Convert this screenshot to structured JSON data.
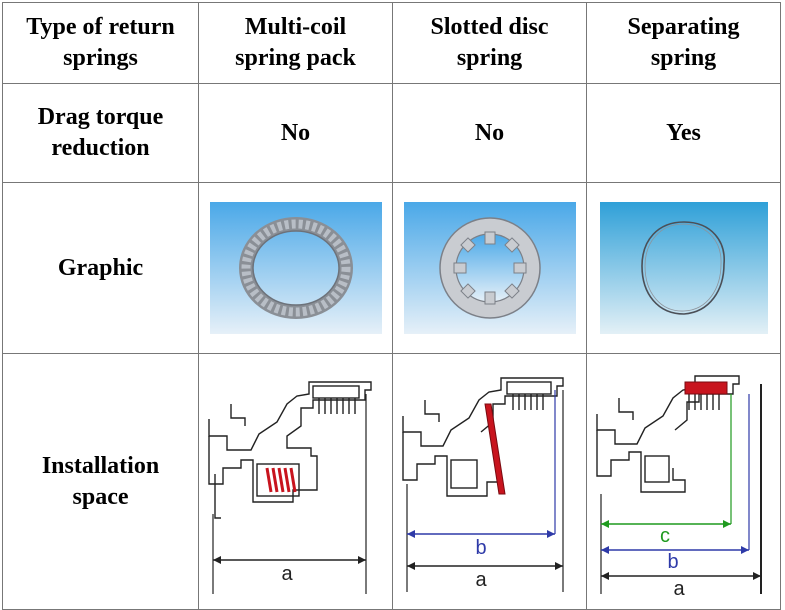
{
  "table": {
    "header": {
      "label_line1": "Type of return",
      "label_line2": "springs",
      "columns": [
        {
          "line1": "Multi-coil",
          "line2": "spring pack"
        },
        {
          "line1": "Slotted disc",
          "line2": "spring"
        },
        {
          "line1": "Separating",
          "line2": "spring"
        }
      ]
    },
    "drag_row": {
      "label_line1": "Drag torque",
      "label_line2": "reduction",
      "values": [
        "No",
        "No",
        "Yes"
      ]
    },
    "graphic_row": {
      "label": "Graphic",
      "images": [
        "multi-coil spring pack ring",
        "slotted disc spring",
        "separating spring ring"
      ]
    },
    "install_row": {
      "label_line1": "Installation",
      "label_line2": "space",
      "dimension_labels": {
        "col1": [
          "a"
        ],
        "col2": [
          "b",
          "a"
        ],
        "col3": [
          "c",
          "b",
          "a"
        ]
      }
    }
  },
  "colors": {
    "photo_bg_top": "#4aa8e8",
    "photo_bg_bottom": "#e6f0f8",
    "spring_red": "#c8141e",
    "dim_blue": "#2e3aa8",
    "dim_green": "#1f9a1f",
    "line_dark": "#222222"
  }
}
